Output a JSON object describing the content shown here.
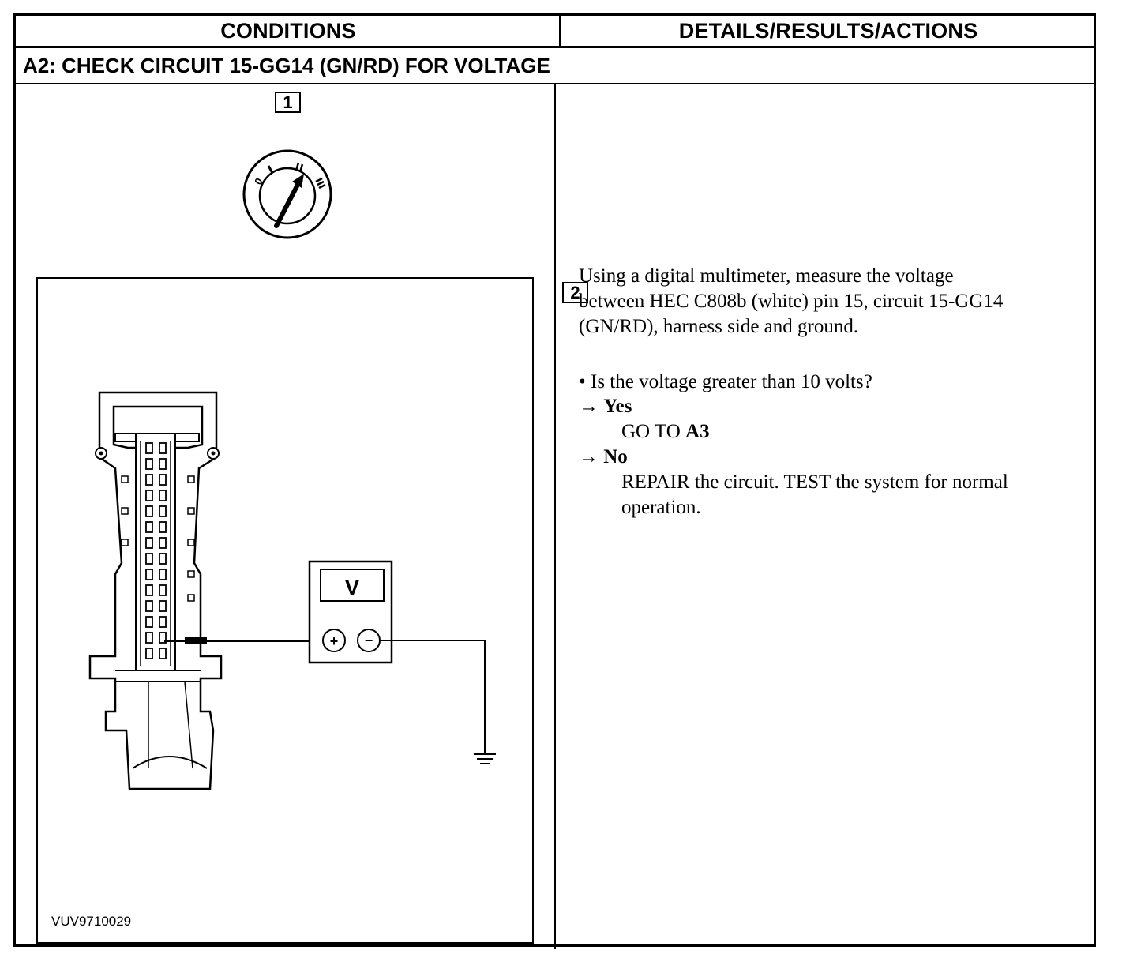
{
  "table": {
    "col_conditions": "CONDITIONS",
    "col_details": "DETAILS/RESULTS/ACTIONS",
    "section_title": "A2: CHECK CIRCUIT 15-GG14 (GN/RD) FOR VOLTAGE"
  },
  "step1": {
    "number": "1",
    "ignition_icon": "ignition-switch-icon",
    "positions": [
      "0",
      "I",
      "II",
      "III"
    ]
  },
  "figure": {
    "meter_label": "V",
    "plus_symbol": "+",
    "minus_symbol": "−",
    "code": "VUV9710029"
  },
  "step2": {
    "number": "2",
    "instruction_line1": "Using a digital multimeter, measure the voltage",
    "instruction_line2": "between HEC C808b (white) pin 15, circuit 15-GG14",
    "instruction_line3": "(GN/RD), harness side and ground.",
    "question": "• Is the voltage greater than 10 volts?",
    "yes_arrow": "→",
    "yes_label": "Yes",
    "yes_action_prefix": "GO TO",
    "yes_action_target": "A3",
    "no_arrow": "→",
    "no_label": "No",
    "no_action_line1": "REPAIR the circuit. TEST the system for normal",
    "no_action_line2": "operation."
  }
}
